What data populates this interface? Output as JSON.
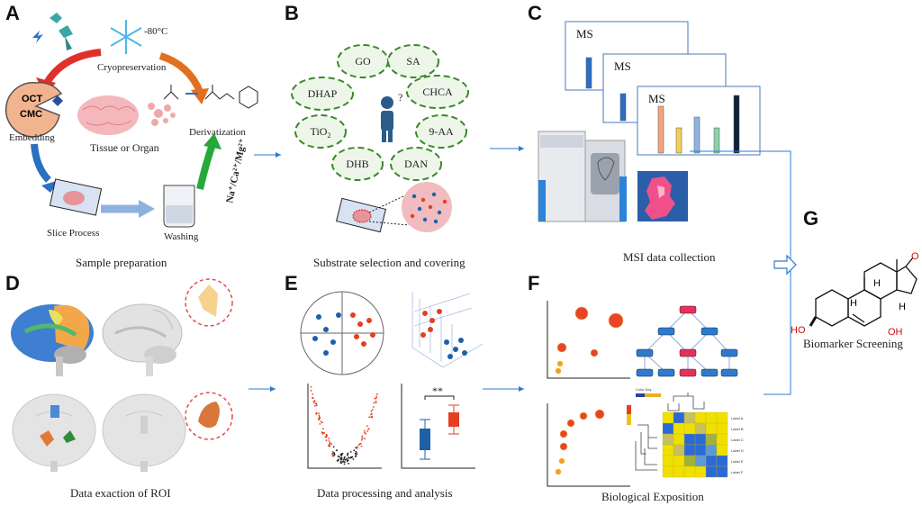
{
  "panels": {
    "a": {
      "letter": "A",
      "caption": "Sample preparation",
      "temp": "-80°C",
      "cryo": "Cryopreservation",
      "embedding": "Embedding",
      "oct": "OCT",
      "cmc": "CMC",
      "tissue": "Tissue or Organ",
      "derivatization": "Derivatization",
      "salts": "Na⁺/Ca²⁺/Mg²⁺",
      "slice": "Slice Process",
      "washing": "Washing"
    },
    "b": {
      "letter": "B",
      "caption": "Substrate selection and covering",
      "question": "?",
      "matrices": [
        "GO",
        "SA",
        "DHAP",
        "CHCA",
        "TiO2",
        "9-AA",
        "DHB",
        "DAN"
      ]
    },
    "c": {
      "letter": "C",
      "caption": "MSI data collection",
      "ms": "MS"
    },
    "d": {
      "letter": "D",
      "caption": "Data exaction of ROI"
    },
    "e": {
      "letter": "E",
      "caption": "Data processing and analysis",
      "significance": "**"
    },
    "f": {
      "letter": "F",
      "caption": "Biological Exposition",
      "color_key": "Color Key",
      "heatmap_labels": [
        "Label A",
        "Label B",
        "Label C",
        "Label D",
        "Label E",
        "Label F"
      ]
    },
    "g": {
      "letter": "G",
      "caption": "Biomarker Screening",
      "ho1": "HO",
      "ho2": "OH",
      "o": "O",
      "h1": "H",
      "h2": "H",
      "h3": "H"
    }
  },
  "colors": {
    "arrow_blue": "#2b7bd0",
    "cryo_red": "#e0302a",
    "cryo_orange": "#e07020",
    "green_arrow": "#27a83a",
    "dash_green": "#3a8a2a",
    "red_dot": "#e53e22",
    "blue_dot": "#1f5fa8",
    "heat_yellow": "#f0e000",
    "heat_blue": "#2a6ad8"
  }
}
